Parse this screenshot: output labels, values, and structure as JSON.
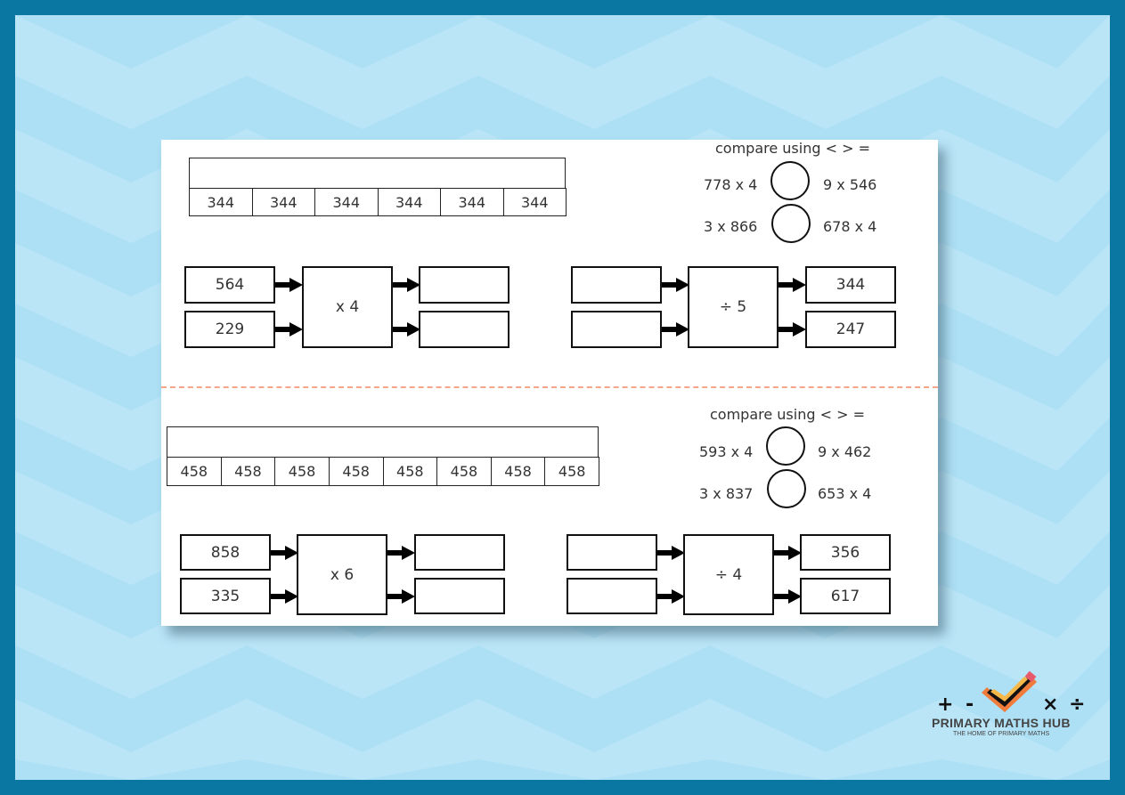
{
  "colors": {
    "frame": "#0a77a3",
    "background": "#b9e5f7",
    "divider": "#f4a58a"
  },
  "sections": [
    {
      "bar_cells": [
        "344",
        "344",
        "344",
        "344",
        "344",
        "344"
      ],
      "compare_title": "compare using < > =",
      "compare_rows": [
        {
          "left": "778 x 4",
          "right": "9 x 546"
        },
        {
          "left": "3 x 866",
          "right": "678 x 4"
        }
      ],
      "multiply_machine": {
        "operation": "x 4",
        "inputs": [
          "564",
          "229"
        ],
        "outputs": [
          "",
          ""
        ]
      },
      "divide_machine": {
        "operation": "÷ 5",
        "inputs": [
          "",
          ""
        ],
        "outputs": [
          "344",
          "247"
        ]
      }
    },
    {
      "bar_cells": [
        "458",
        "458",
        "458",
        "458",
        "458",
        "458",
        "458",
        "458"
      ],
      "compare_title": "compare using < > =",
      "compare_rows": [
        {
          "left": "593 x 4",
          "right": "9 x 462"
        },
        {
          "left": "3 x 837",
          "right": "653 x 4"
        }
      ],
      "multiply_machine": {
        "operation": "x 6",
        "inputs": [
          "858",
          "335"
        ],
        "outputs": [
          "",
          ""
        ]
      },
      "divide_machine": {
        "operation": "÷ 4",
        "inputs": [
          "",
          ""
        ],
        "outputs": [
          "356",
          "617"
        ]
      }
    }
  ],
  "logo": {
    "symbols": [
      "+",
      "-",
      "×",
      "÷"
    ],
    "name": "PRIMARY MATHS HUB",
    "tagline": "THE HOME OF PRIMARY MATHS"
  }
}
